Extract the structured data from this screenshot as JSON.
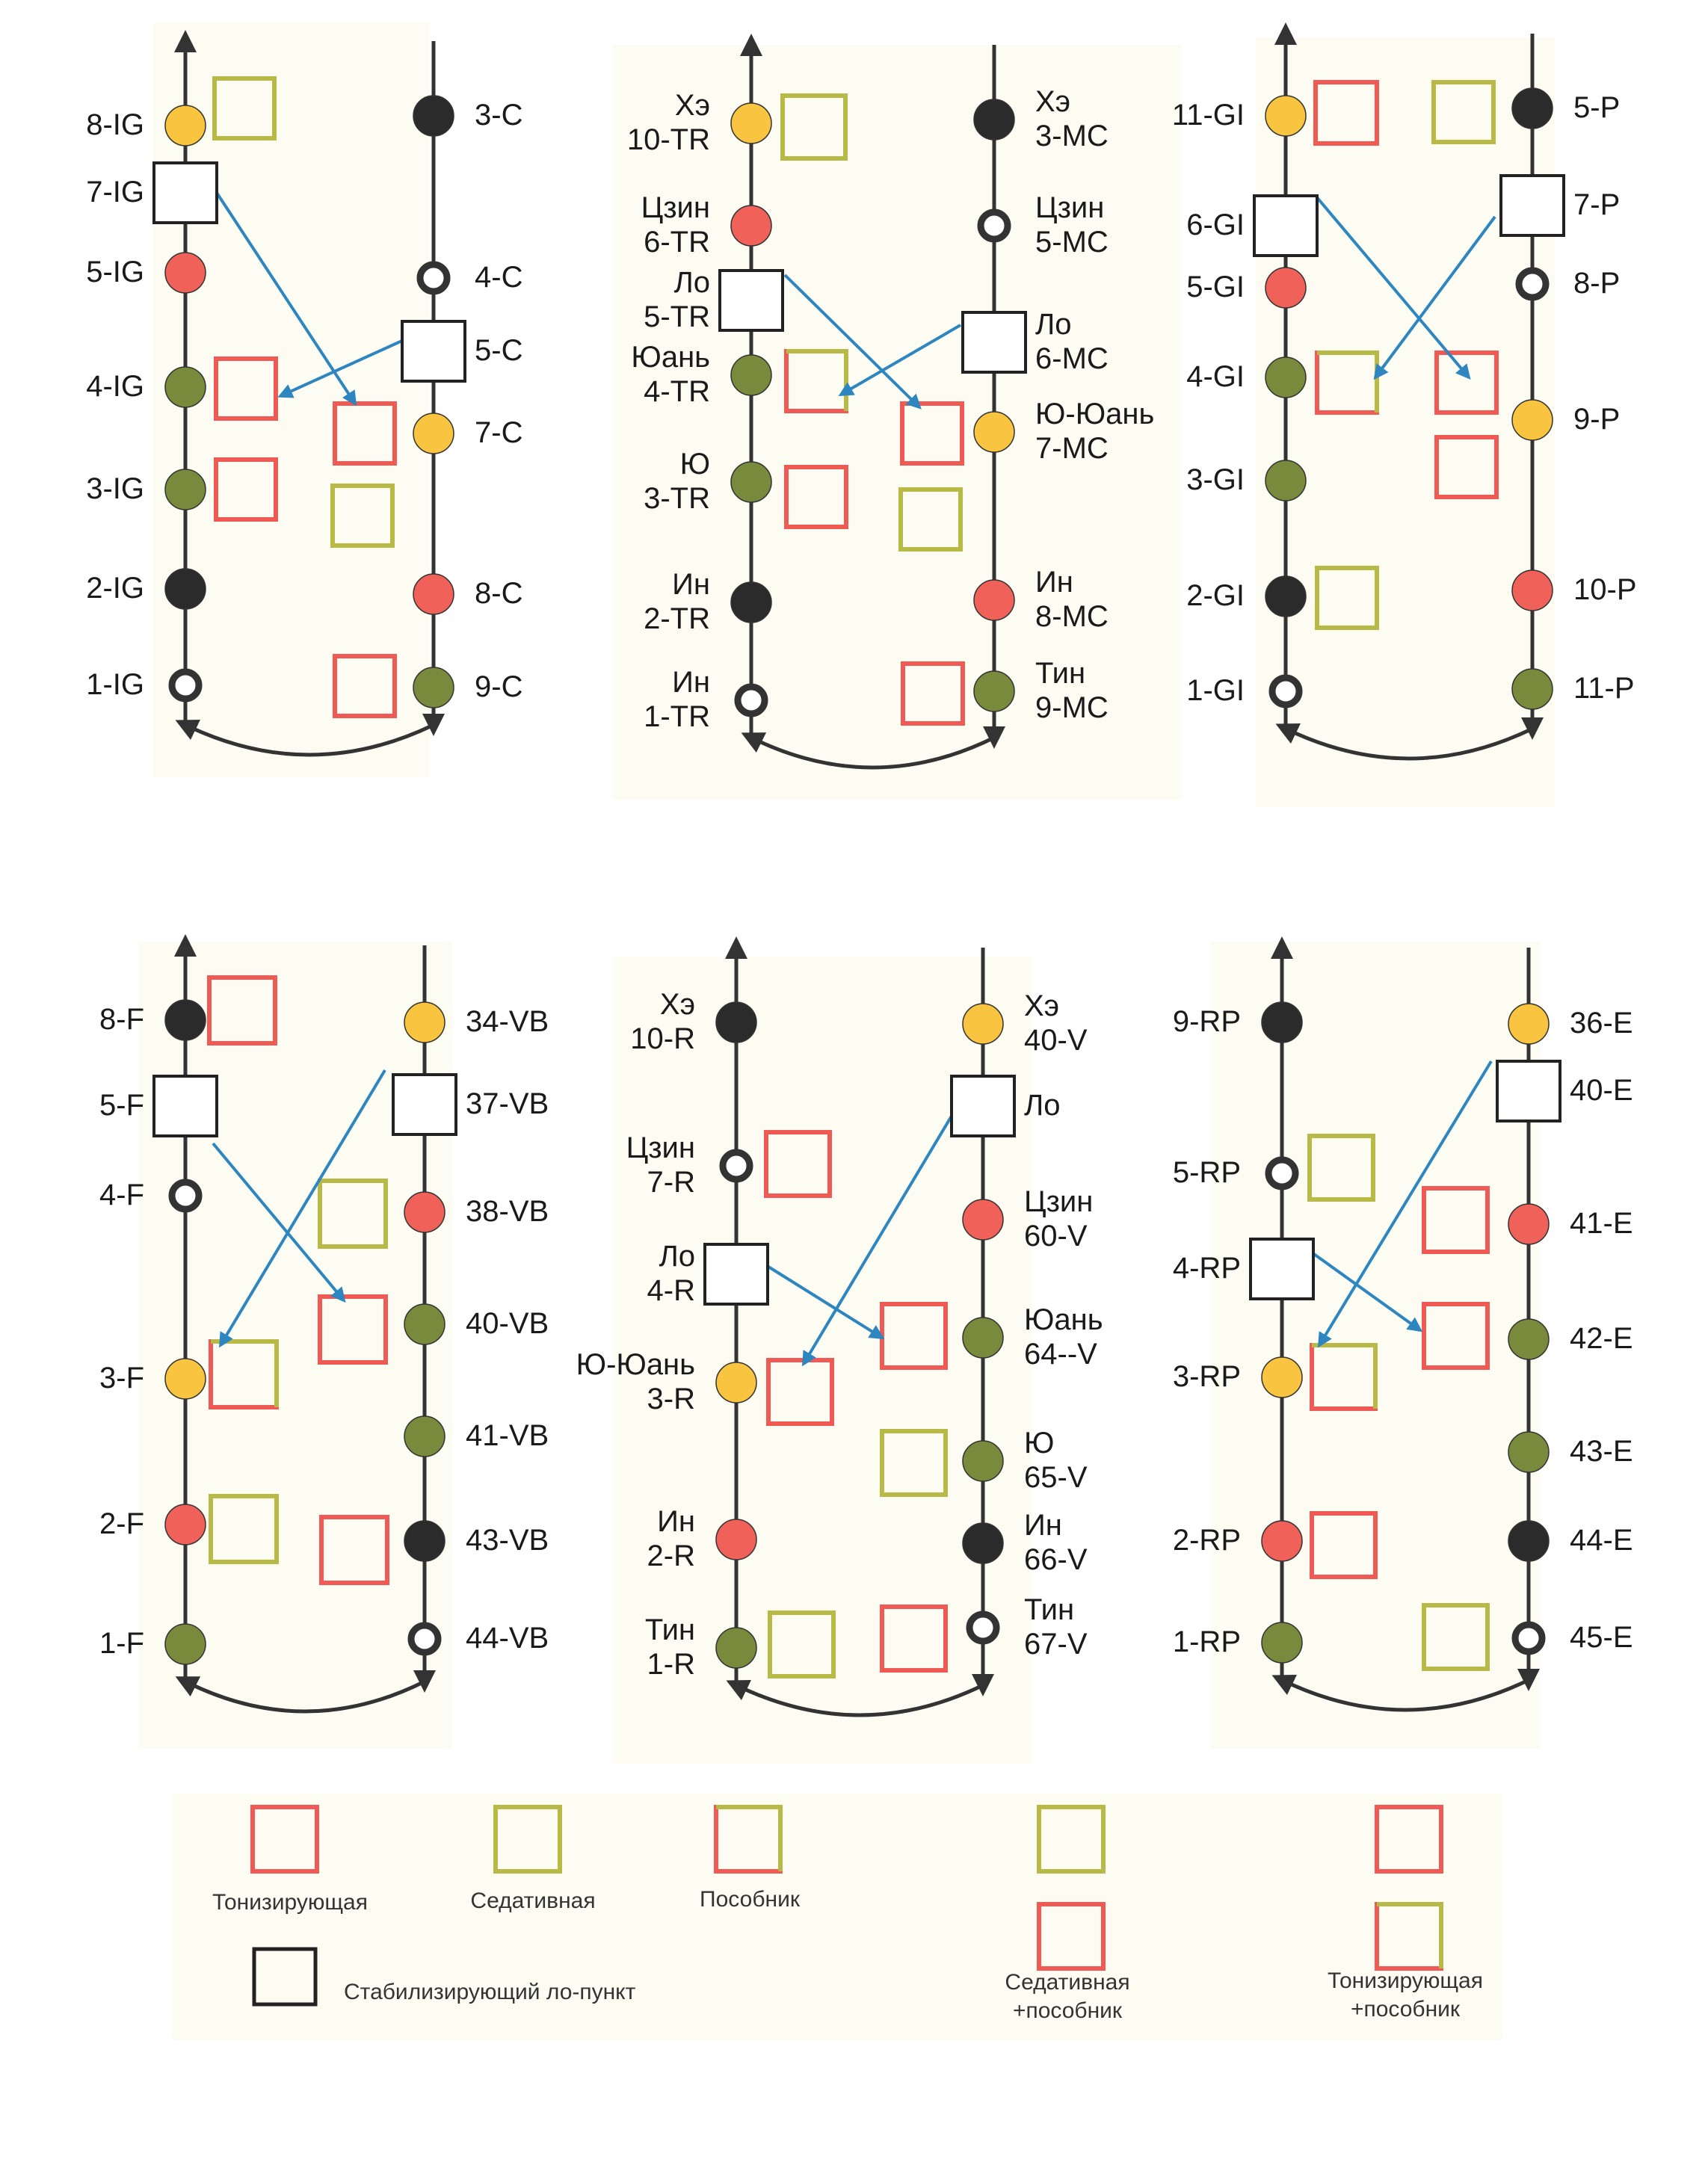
{
  "colors": {
    "background": "#ffffff",
    "paper": "#fdfcf2",
    "line": "#333333",
    "arrow_blue": "#2e86c1",
    "yellow": "#f9c440",
    "red": "#f06259",
    "olive": "#7a8a3c",
    "black": "#2b2b2b",
    "white": "#ffffff",
    "tonic_square": "#f05a55",
    "sedative_square": "#b9b947",
    "stabilizing_square": "#222222"
  },
  "panels": [
    {
      "id": "IG-C",
      "left": {
        "points": [
          {
            "label": [
              "8-IG"
            ],
            "kind": "yellow"
          },
          {
            "label": [
              "7-IG"
            ],
            "kind": "lo"
          },
          {
            "label": [
              "5-IG"
            ],
            "kind": "red"
          },
          {
            "label": [
              "4-IG"
            ],
            "kind": "olive"
          },
          {
            "label": [
              "3-IG"
            ],
            "kind": "olive"
          },
          {
            "label": [
              "2-IG"
            ],
            "kind": "black"
          },
          {
            "label": [
              "1-IG"
            ],
            "kind": "white"
          }
        ]
      },
      "right": {
        "points": [
          {
            "label": [
              "3-C"
            ],
            "kind": "black"
          },
          {
            "label": [
              "4-C"
            ],
            "kind": "white"
          },
          {
            "label": [
              "5-C"
            ],
            "kind": "lo"
          },
          {
            "label": [
              "7-C"
            ],
            "kind": "yellow"
          },
          {
            "label": [
              "8-C"
            ],
            "kind": "red"
          },
          {
            "label": [
              "9-C"
            ],
            "kind": "olive"
          }
        ]
      }
    },
    {
      "id": "TR-MC",
      "left": {
        "points": [
          {
            "label": [
              "Хэ",
              "10-TR"
            ],
            "kind": "yellow"
          },
          {
            "label": [
              "Цзин",
              "6-TR"
            ],
            "kind": "red"
          },
          {
            "label": [
              "Ло",
              "5-TR"
            ],
            "kind": "lo"
          },
          {
            "label": [
              "Юань",
              "4-TR"
            ],
            "kind": "olive"
          },
          {
            "label": [
              "Ю",
              "3-TR"
            ],
            "kind": "olive"
          },
          {
            "label": [
              "Ин",
              "2-TR"
            ],
            "kind": "black"
          },
          {
            "label": [
              "Ин",
              "1-TR"
            ],
            "kind": "white"
          }
        ]
      },
      "right": {
        "points": [
          {
            "label": [
              "Хэ",
              "3-MC"
            ],
            "kind": "black"
          },
          {
            "label": [
              "Цзин",
              "5-MC"
            ],
            "kind": "white"
          },
          {
            "label": [
              "Ло",
              "6-MC"
            ],
            "kind": "lo"
          },
          {
            "label": [
              "Ю-Юань",
              "7-MC"
            ],
            "kind": "yellow"
          },
          {
            "label": [
              "Ин",
              "8-MC"
            ],
            "kind": "red"
          },
          {
            "label": [
              "Тин",
              "9-MC"
            ],
            "kind": "olive"
          }
        ]
      }
    },
    {
      "id": "GI-P",
      "left": {
        "points": [
          {
            "label": [
              "11-GI"
            ],
            "kind": "yellow"
          },
          {
            "label": [
              "6-GI"
            ],
            "kind": "lo"
          },
          {
            "label": [
              "5-GI"
            ],
            "kind": "red"
          },
          {
            "label": [
              "4-GI"
            ],
            "kind": "olive"
          },
          {
            "label": [
              "3-GI"
            ],
            "kind": "olive"
          },
          {
            "label": [
              "2-GI"
            ],
            "kind": "black"
          },
          {
            "label": [
              "1-GI"
            ],
            "kind": "white"
          }
        ]
      },
      "right": {
        "points": [
          {
            "label": [
              "5-P"
            ],
            "kind": "black"
          },
          {
            "label": [
              "7-P"
            ],
            "kind": "lo"
          },
          {
            "label": [
              "8-P"
            ],
            "kind": "white"
          },
          {
            "label": [
              "9-P"
            ],
            "kind": "yellow"
          },
          {
            "label": [
              "10-P"
            ],
            "kind": "red"
          },
          {
            "label": [
              "11-P"
            ],
            "kind": "olive"
          }
        ]
      }
    },
    {
      "id": "F-VB",
      "left": {
        "points": [
          {
            "label": [
              "8-F"
            ],
            "kind": "black"
          },
          {
            "label": [
              "5-F"
            ],
            "kind": "lo"
          },
          {
            "label": [
              "4-F"
            ],
            "kind": "white"
          },
          {
            "label": [
              "3-F"
            ],
            "kind": "yellow"
          },
          {
            "label": [
              "2-F"
            ],
            "kind": "red"
          },
          {
            "label": [
              "1-F"
            ],
            "kind": "olive"
          }
        ]
      },
      "right": {
        "points": [
          {
            "label": [
              "34-VB"
            ],
            "kind": "yellow"
          },
          {
            "label": [
              "37-VB"
            ],
            "kind": "lo"
          },
          {
            "label": [
              "38-VB"
            ],
            "kind": "red"
          },
          {
            "label": [
              "40-VB"
            ],
            "kind": "olive"
          },
          {
            "label": [
              "41-VB"
            ],
            "kind": "olive"
          },
          {
            "label": [
              "43-VB"
            ],
            "kind": "black"
          },
          {
            "label": [
              "44-VB"
            ],
            "kind": "white"
          }
        ]
      }
    },
    {
      "id": "R-V",
      "left": {
        "points": [
          {
            "label": [
              "Хэ",
              "10-R"
            ],
            "kind": "black"
          },
          {
            "label": [
              "Цзин",
              "7-R"
            ],
            "kind": "white"
          },
          {
            "label": [
              "Ло",
              "4-R"
            ],
            "kind": "lo"
          },
          {
            "label": [
              "Ю-Юань",
              "3-R"
            ],
            "kind": "yellow"
          },
          {
            "label": [
              "Ин",
              "2-R"
            ],
            "kind": "red"
          },
          {
            "label": [
              "Тин",
              "1-R"
            ],
            "kind": "olive"
          }
        ]
      },
      "right": {
        "points": [
          {
            "label": [
              "Хэ",
              "40-V"
            ],
            "kind": "yellow"
          },
          {
            "label": [
              "Ло"
            ],
            "kind": "lo"
          },
          {
            "label": [
              "Цзин",
              "60-V"
            ],
            "kind": "red"
          },
          {
            "label": [
              "Юань",
              "64--V"
            ],
            "kind": "olive"
          },
          {
            "label": [
              "Ю",
              "65-V"
            ],
            "kind": "olive"
          },
          {
            "label": [
              "Ин",
              "66-V"
            ],
            "kind": "black"
          },
          {
            "label": [
              "Тин",
              "67-V"
            ],
            "kind": "white"
          }
        ]
      }
    },
    {
      "id": "RP-E",
      "left": {
        "points": [
          {
            "label": [
              "9-RP"
            ],
            "kind": "black"
          },
          {
            "label": [
              "5-RP"
            ],
            "kind": "white"
          },
          {
            "label": [
              "4-RP"
            ],
            "kind": "lo"
          },
          {
            "label": [
              "3-RP"
            ],
            "kind": "yellow"
          },
          {
            "label": [
              "2-RP"
            ],
            "kind": "red"
          },
          {
            "label": [
              "1-RP"
            ],
            "kind": "olive"
          }
        ]
      },
      "right": {
        "points": [
          {
            "label": [
              "36-E"
            ],
            "kind": "yellow"
          },
          {
            "label": [
              "40-E"
            ],
            "kind": "lo"
          },
          {
            "label": [
              "41-E"
            ],
            "kind": "red"
          },
          {
            "label": [
              "42-E"
            ],
            "kind": "olive"
          },
          {
            "label": [
              "43-E"
            ],
            "kind": "olive"
          },
          {
            "label": [
              "44-E"
            ],
            "kind": "black"
          },
          {
            "label": [
              "45-E"
            ],
            "kind": "white"
          }
        ]
      }
    }
  ],
  "legend": {
    "tonic": "Тонизирующая",
    "sedative": "Седативная",
    "helper": "Пособник",
    "stabilizing": "Стабилизирующий ло-пункт",
    "sedative_helper": [
      "Седативная",
      "+пособник"
    ],
    "tonic_helper": [
      "Тонизирующая",
      "+пособник"
    ]
  }
}
